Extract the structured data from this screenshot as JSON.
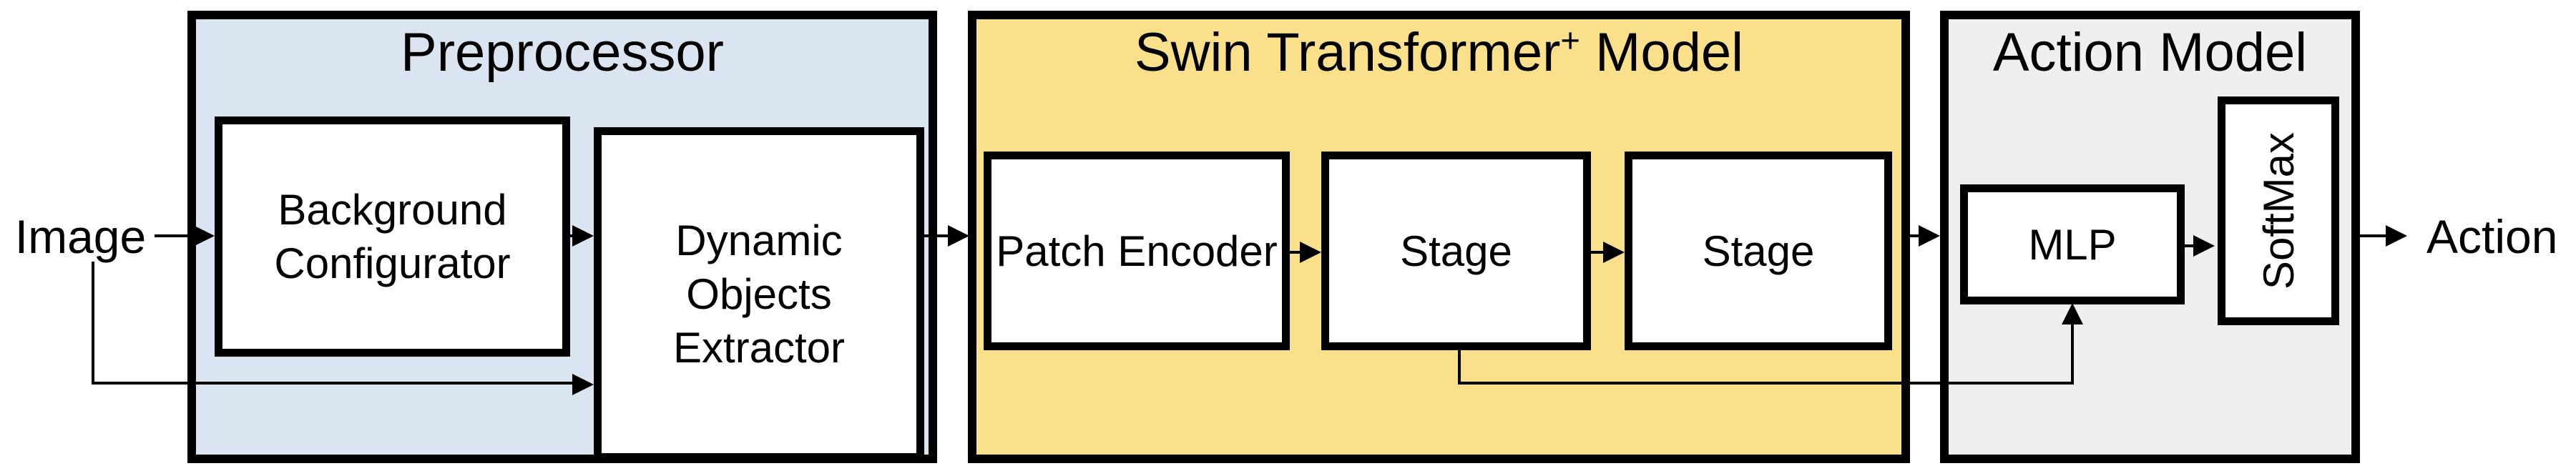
{
  "diagram": {
    "type": "architecture-flow-diagram",
    "input_label": "Image",
    "output_label": "Action",
    "preprocessor": {
      "title": "Preprocessor",
      "fill": "#dbe5f1",
      "nodes": {
        "background_configurator": "Background Configurator",
        "dynamic_objects_extractor": "Dynamic Objects Extractor"
      }
    },
    "swin": {
      "title_pre": "Swin Transformer",
      "title_sup": "+",
      "title_post": " Model",
      "title_full": "Swin Transformer+ Model",
      "fill": "#fbe08c",
      "nodes": {
        "patch_encoder": "Patch Encoder",
        "stage_1": "Stage",
        "stage_2": "Stage"
      }
    },
    "action_model": {
      "title": "Action Model",
      "fill": "#efefef",
      "nodes": {
        "mlp": "MLP",
        "softmax": "SoftMax"
      }
    },
    "line_color": "#000000",
    "background": "#ffffff",
    "connections": [
      {
        "from": "image",
        "to": "background-configurator"
      },
      {
        "from": "image",
        "to": "dynamic-objects-extractor",
        "route": "skip-below"
      },
      {
        "from": "background-configurator",
        "to": "dynamic-objects-extractor"
      },
      {
        "from": "dynamic-objects-extractor",
        "to": "swin-transformer-model"
      },
      {
        "from": "patch-encoder",
        "to": "stage-1"
      },
      {
        "from": "stage-1",
        "to": "stage-2"
      },
      {
        "from": "stage-1",
        "to": "mlp",
        "route": "skip-below"
      },
      {
        "from": "stage-2",
        "to": "action-model"
      },
      {
        "from": "mlp",
        "to": "softmax"
      },
      {
        "from": "action-model",
        "to": "action"
      }
    ]
  }
}
